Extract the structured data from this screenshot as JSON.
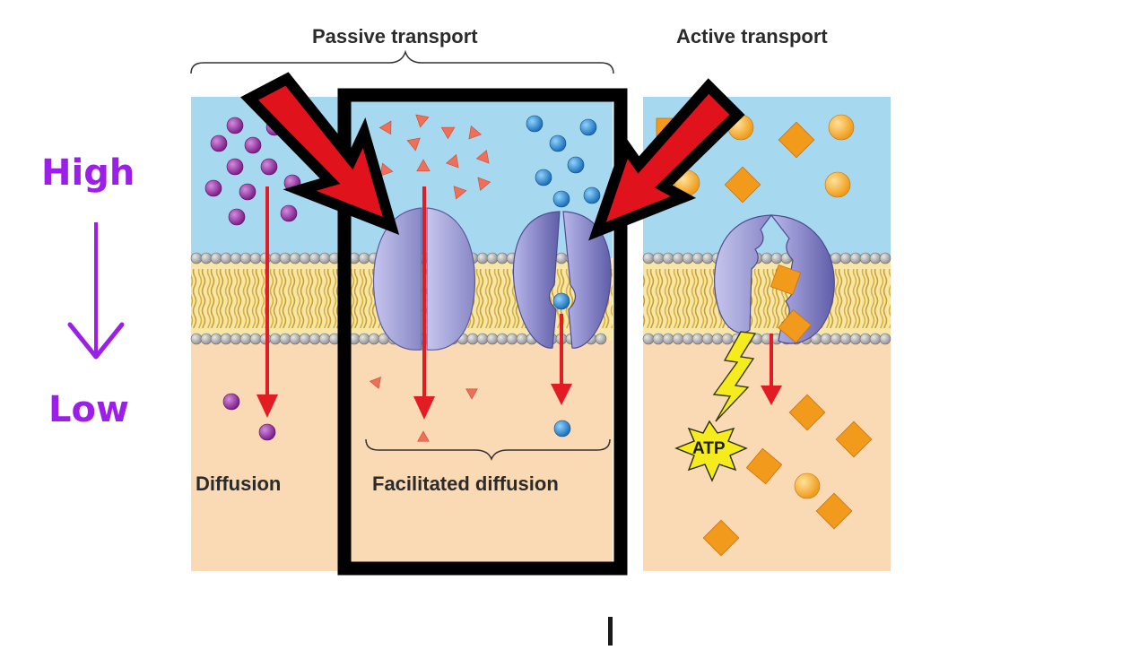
{
  "headers": {
    "passive": "Passive transport",
    "active": "Active transport"
  },
  "gradient": {
    "high": "High",
    "low": "Low",
    "color": "#9b1fe8"
  },
  "captions": {
    "diffusion": "Diffusion",
    "facilitated": "Facilitated diffusion"
  },
  "energy": {
    "label": "ATP"
  },
  "colors": {
    "extracellular": "#a6d9f0",
    "intracellular": "#fad9b5",
    "highlight_arrow": "#e0121b",
    "highlight_box": "#000000",
    "protein": "#a7a6d8"
  }
}
